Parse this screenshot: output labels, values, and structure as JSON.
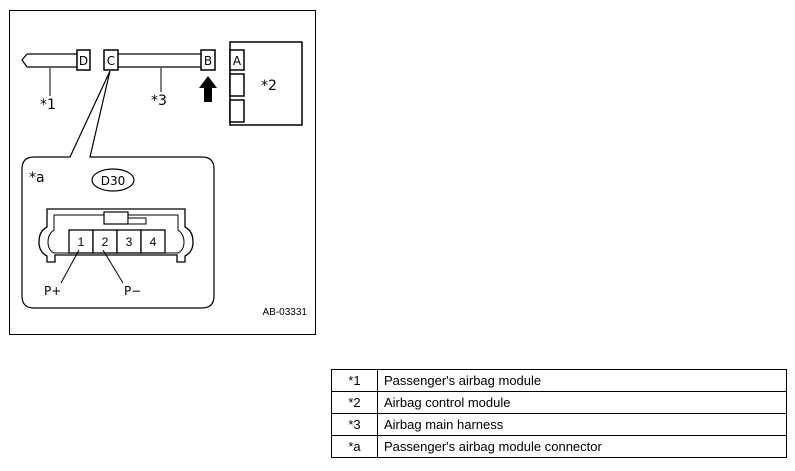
{
  "diagram": {
    "connector_labels": {
      "A": "A",
      "B": "B",
      "C": "C",
      "D": "D"
    },
    "callouts": {
      "c1": "*1",
      "c2": "*2",
      "c3": "*3",
      "ca": "*a"
    },
    "connector_code": "D30",
    "pins": [
      "1",
      "2",
      "3",
      "4"
    ],
    "pin_labels": {
      "plus": "P+",
      "minus": "P−"
    },
    "figure_code": "AB-03331"
  },
  "legend": {
    "rows": [
      {
        "key": "*1",
        "value": "Passenger's airbag module"
      },
      {
        "key": "*2",
        "value": "Airbag control module"
      },
      {
        "key": "*3",
        "value": "Airbag main harness"
      },
      {
        "key": "*a",
        "value": "Passenger's airbag module connector"
      }
    ]
  }
}
